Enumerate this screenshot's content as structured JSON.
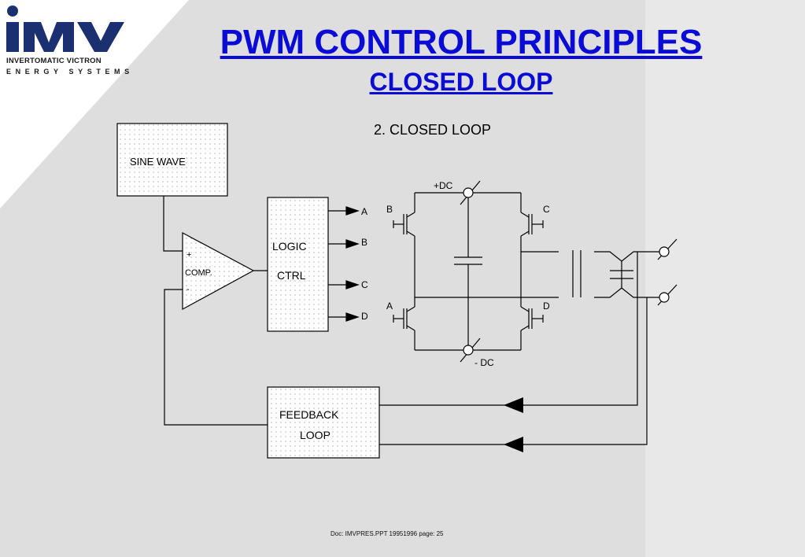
{
  "logo": {
    "mark": "IMV",
    "line1": "INVERTOMATIC VICTRON",
    "line2": "ENERGY SYSTEMS"
  },
  "title": "PWM CONTROL PRINCIPLES",
  "subtitle": "CLOSED LOOP",
  "diagram": {
    "heading": "2.  CLOSED LOOP",
    "blocks": {
      "sine_wave": "SINE WAVE",
      "comp_plus": "+",
      "comp_label": "COMP.",
      "comp_minus": "-",
      "logic_line1": "LOGIC",
      "logic_line2": "CTRL",
      "feedback_line1": "FEEDBACK",
      "feedback_line2": "LOOP"
    },
    "logic_outputs": [
      "A",
      "B",
      "C",
      "D"
    ],
    "bridge": {
      "dc_plus": "+DC",
      "dc_minus": "- DC",
      "sw_b": "B",
      "sw_c": "C",
      "sw_a": "A",
      "sw_d": "D"
    }
  },
  "footer": "Doc: IMVPRES.PPT  19951996  page: 25",
  "colors": {
    "title": "#0b0bd6",
    "background": "#dcdcdc",
    "slide_white": "#ffffff",
    "line": "#000000"
  }
}
